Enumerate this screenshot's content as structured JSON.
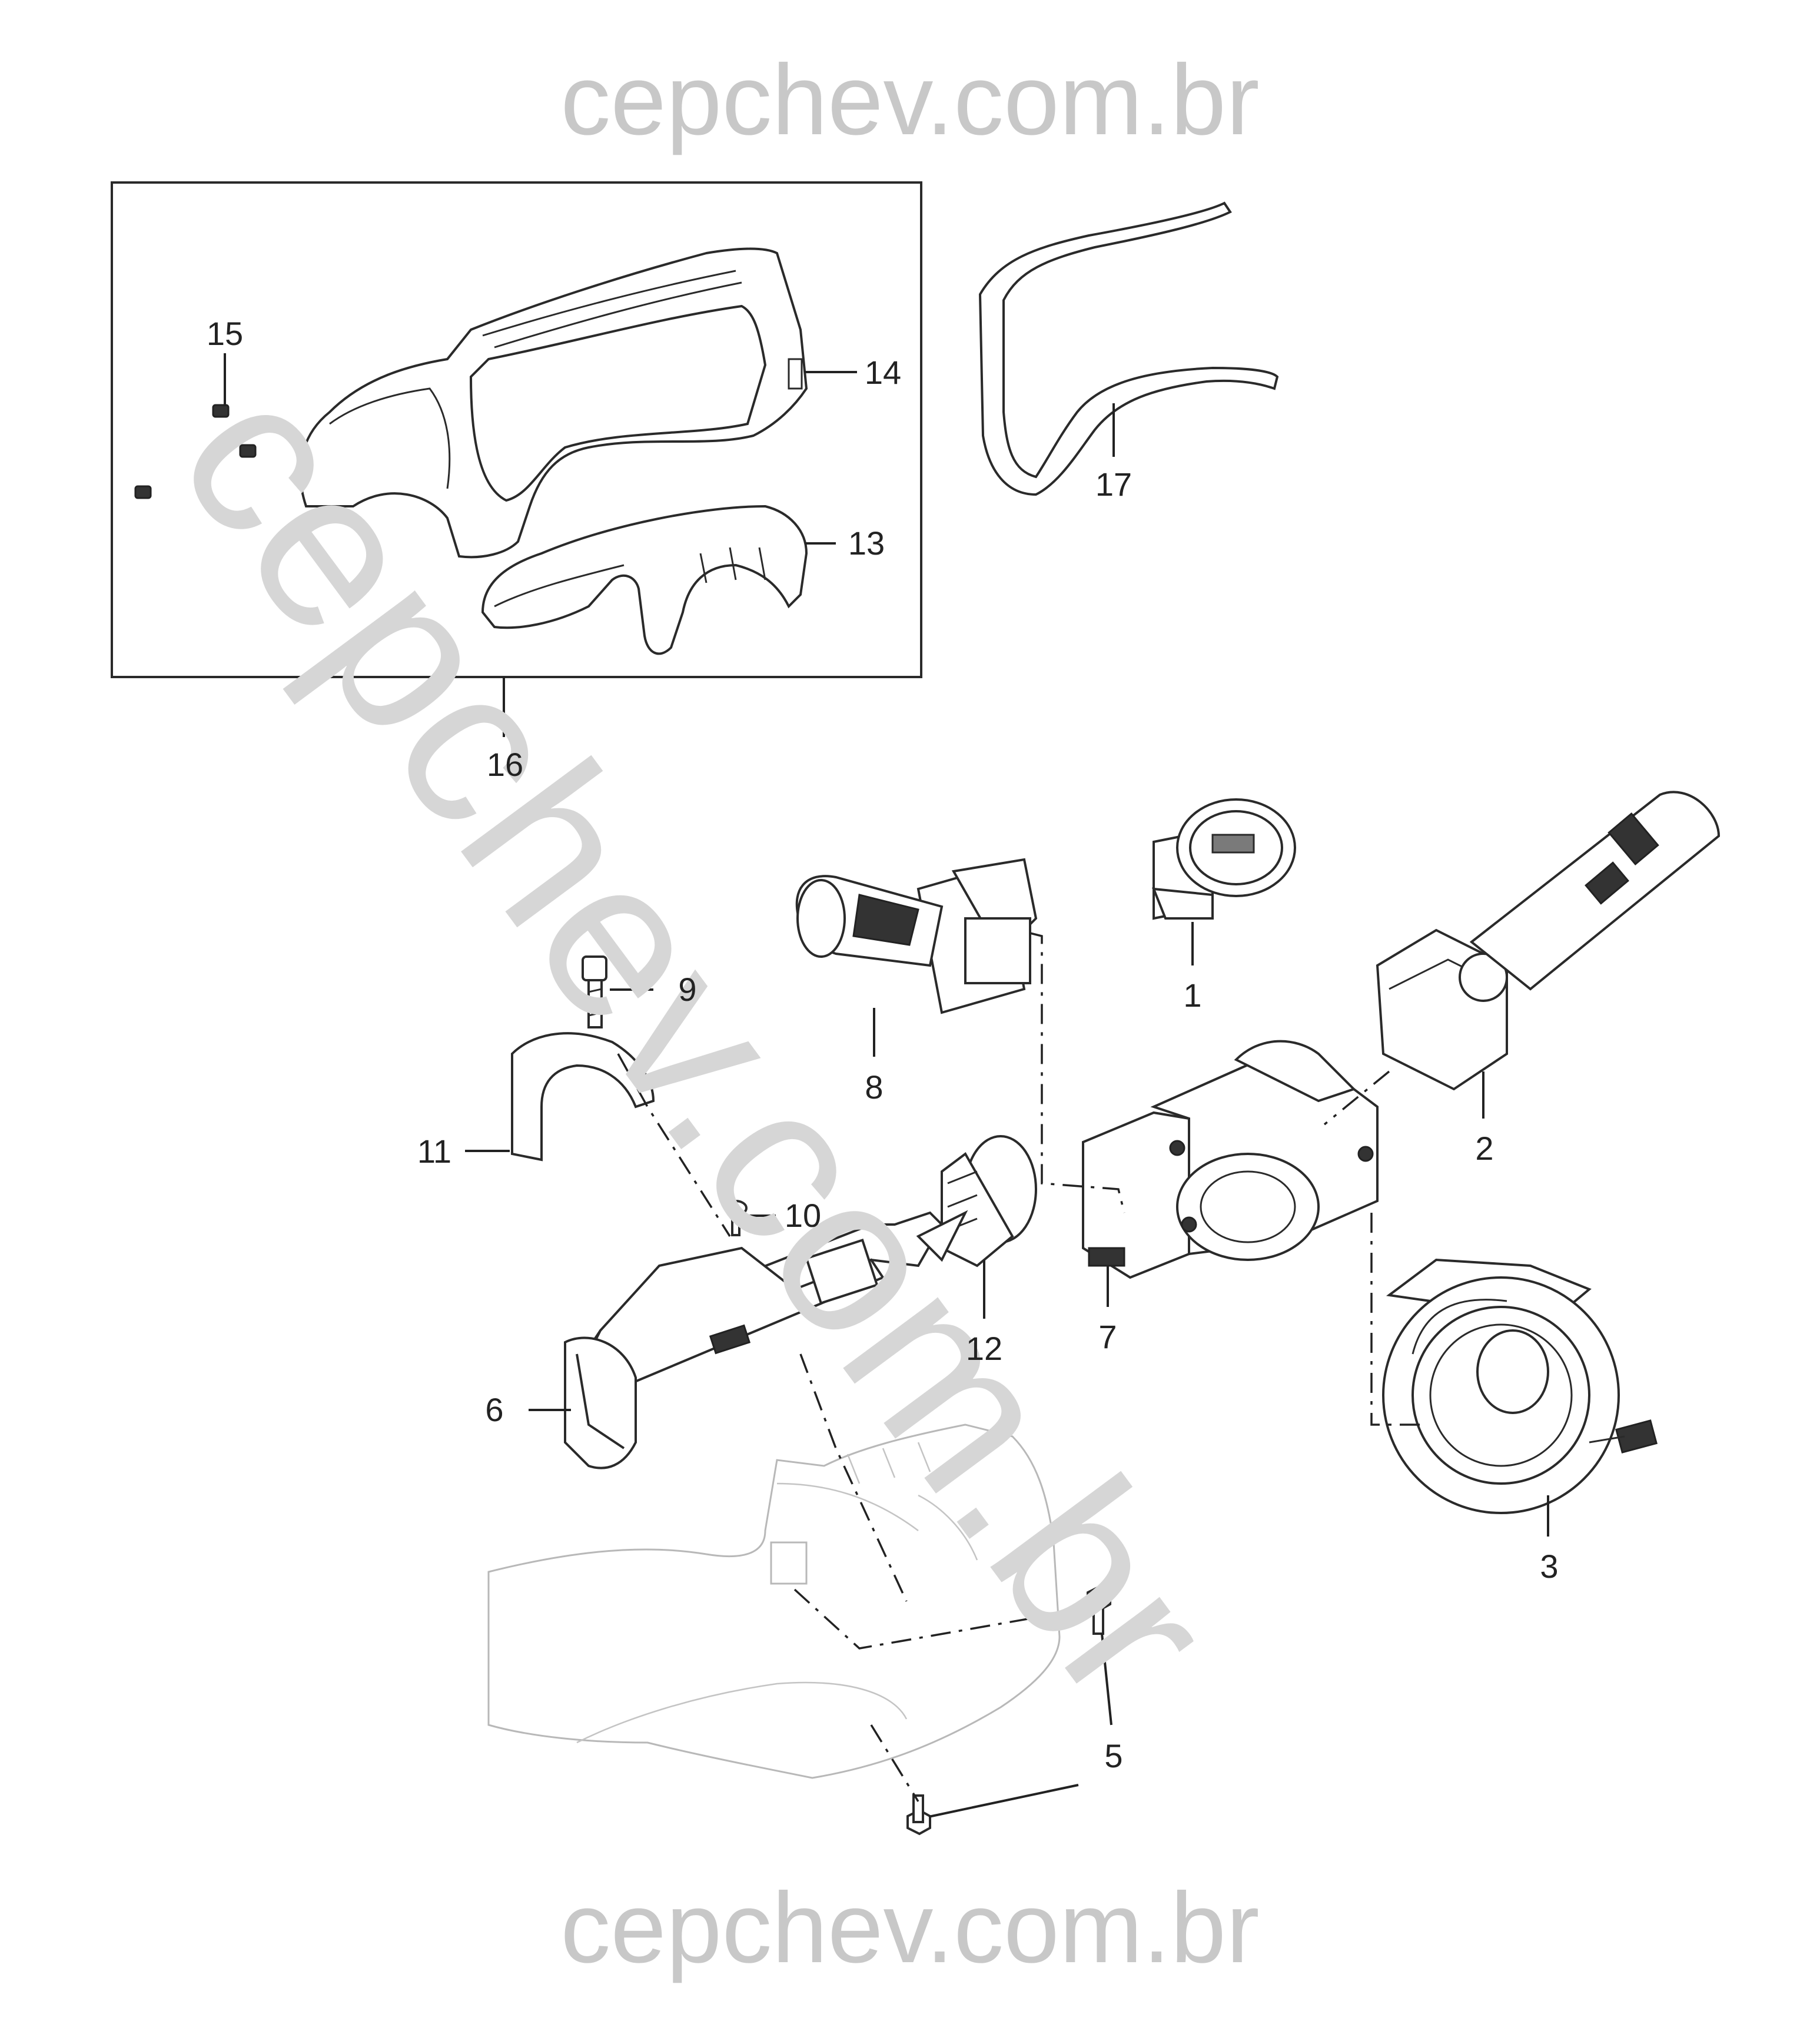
{
  "watermark": {
    "site": "cepchev.com.br"
  },
  "callouts": [
    {
      "id": "c1",
      "number": "1"
    },
    {
      "id": "c2",
      "number": "2"
    },
    {
      "id": "c3",
      "number": "3"
    },
    {
      "id": "c5",
      "number": "5"
    },
    {
      "id": "c6",
      "number": "6"
    },
    {
      "id": "c7",
      "number": "7"
    },
    {
      "id": "c8",
      "number": "8"
    },
    {
      "id": "c9",
      "number": "9"
    },
    {
      "id": "c10",
      "number": "10"
    },
    {
      "id": "c11",
      "number": "11"
    },
    {
      "id": "c12",
      "number": "12"
    },
    {
      "id": "c13",
      "number": "13"
    },
    {
      "id": "c14",
      "number": "14"
    },
    {
      "id": "c15",
      "number": "15"
    },
    {
      "id": "c16",
      "number": "16"
    },
    {
      "id": "c17",
      "number": "17"
    }
  ],
  "colors": {
    "line": "#2a2a2a",
    "ghost": "#b8b8b8",
    "watermark": "#c8c8c8"
  }
}
